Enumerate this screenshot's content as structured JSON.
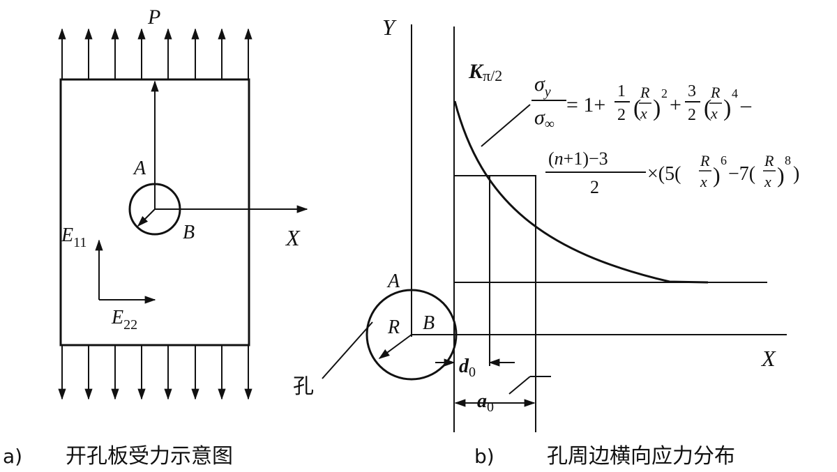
{
  "panel_a": {
    "load_label": "P",
    "point_a": "A",
    "point_b": "B",
    "axis_x": "X",
    "modulus_e11": "E",
    "modulus_e11_sub": "11",
    "modulus_e22": "E",
    "modulus_e22_sub": "22",
    "caption_letter": "a)",
    "caption_text": "开孔板受力示意图"
  },
  "panel_b": {
    "axis_y": "Y",
    "axis_x": "X",
    "point_a": "A",
    "point_b": "B",
    "radius_label": "R",
    "hole_label": "孔",
    "peak_label": "K",
    "peak_sub": "π/2",
    "d0_label": "d",
    "d0_sub": "0",
    "a0_label": "a",
    "a0_sub": "0",
    "caption_letter": "b)",
    "caption_text": "孔周边横向应力分布"
  },
  "formula": {
    "lhs_num": "σ",
    "lhs_num_sub": "y",
    "lhs_den": "σ",
    "lhs_den_sub": "∞",
    "eq_one_plus": "= 1+",
    "half_num": "1",
    "half_den": "2",
    "r": "R",
    "x": "x",
    "exp2": "2",
    "plus": "+",
    "three": "3",
    "two": "2",
    "exp4": "4",
    "minus": "–",
    "frac2_num": "(n+1)−3",
    "frac2_den": "2",
    "times": "×(5(",
    "exp6": "6",
    "minus7": "−7(",
    "exp8": "8",
    "close_paren": ")"
  }
}
